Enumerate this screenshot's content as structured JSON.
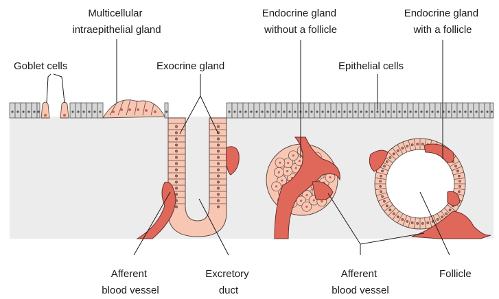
{
  "labels": {
    "multicellular": [
      "Multicellular",
      "intraepithelial gland"
    ],
    "endocrine_without": [
      "Endocrine gland",
      "without a follicle"
    ],
    "endocrine_with": [
      "Endocrine gland",
      "with a follicle"
    ],
    "goblet": "Goblet cells",
    "exocrine": "Exocrine gland",
    "epithelial": "Epithelial cells",
    "afferent_left": [
      "Afferent",
      "blood vessel"
    ],
    "excretory": [
      "Excretory",
      "duct"
    ],
    "afferent_right": [
      "Afferent",
      "blood vessel"
    ],
    "follicle": "Follicle"
  },
  "colors": {
    "epithelium": "#d6d6d6",
    "gland_cell": "#f8c7b4",
    "vessel": "#e0685a",
    "connective_tissue": "#ececec"
  }
}
